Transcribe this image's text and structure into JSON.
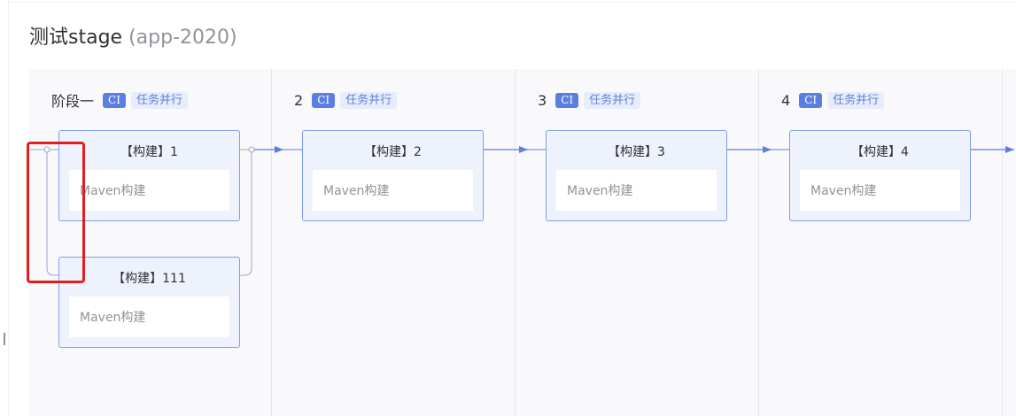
{
  "pipeline": {
    "title": "测试stage",
    "app": "(app-2020)"
  },
  "stages": [
    {
      "name": "阶段一",
      "ci_tag": "CI",
      "parallel_tag": "任务并行",
      "jobs": [
        {
          "title": "【构建】1",
          "step": "Maven构建"
        },
        {
          "title": "【构建】111",
          "step": "Maven构建"
        }
      ]
    },
    {
      "name": "2",
      "ci_tag": "CI",
      "parallel_tag": "任务并行",
      "jobs": [
        {
          "title": "【构建】2",
          "step": "Maven构建"
        }
      ]
    },
    {
      "name": "3",
      "ci_tag": "CI",
      "parallel_tag": "任务并行",
      "jobs": [
        {
          "title": "【构建】3",
          "step": "Maven构建"
        }
      ]
    },
    {
      "name": "4",
      "ci_tag": "CI",
      "parallel_tag": "任务并行",
      "jobs": [
        {
          "title": "【构建】4",
          "step": "Maven构建"
        }
      ]
    }
  ],
  "colors": {
    "accent": "#5b7fe0",
    "job_border": "#7f9ce8",
    "job_bg": "#eef2fd",
    "highlight": "#e02020"
  }
}
